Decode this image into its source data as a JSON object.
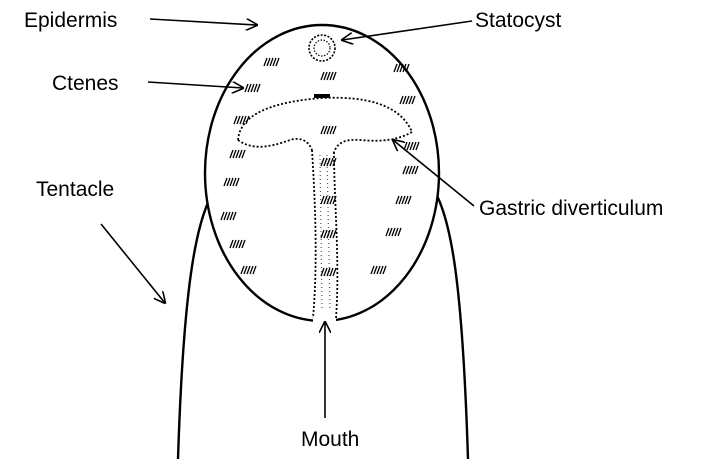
{
  "labels": {
    "epidermis": "Epidermis",
    "ctenes": "Ctenes",
    "tentacle": "Tentacle",
    "statocyst": "Statocyst",
    "gastric_diverticulum": "Gastric diverticulum",
    "mouth": "Mouth"
  },
  "colors": {
    "ink": "#000000",
    "background": "#ffffff",
    "gut_stipple": "#555555"
  }
}
